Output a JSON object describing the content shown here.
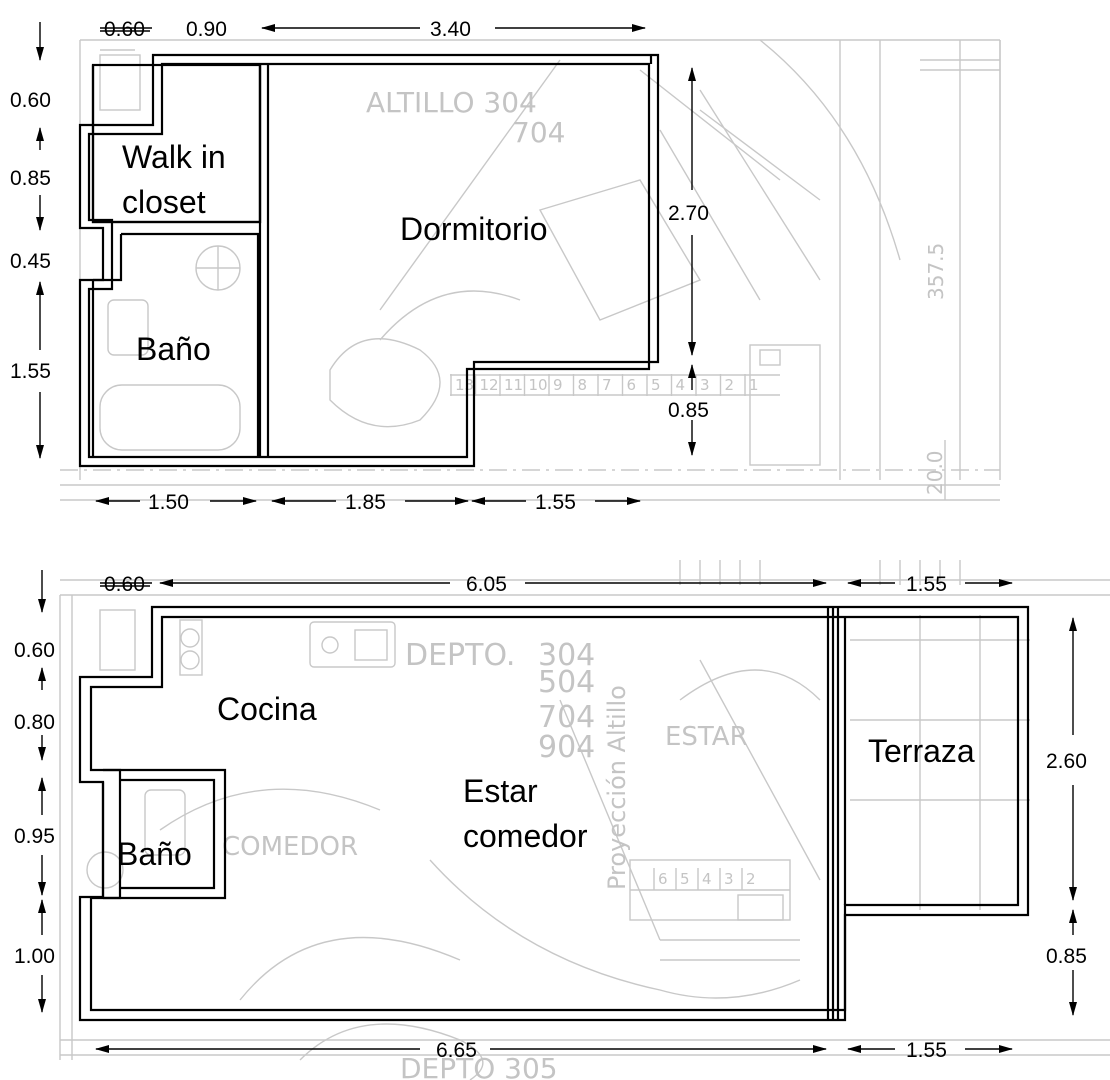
{
  "upper_plan": {
    "rooms": {
      "walk_in_line1": "Walk in",
      "walk_in_line2": "closet",
      "dormitorio": "Dormitorio",
      "bano": "Baño"
    },
    "dims": {
      "top_060": "0.60",
      "top_090": "0.90",
      "top_340": "3.40",
      "left_060": "0.60",
      "left_085": "0.85",
      "left_045": "0.45",
      "left_155": "1.55",
      "right_270": "2.70",
      "right_085": "0.85",
      "bottom_150": "1.50",
      "bottom_185": "1.85",
      "bottom_155": "1.55"
    },
    "background_text": {
      "altillo": "ALTILLO 304",
      "num_704": "704",
      "dim_3575": "357.5",
      "dim_200": "20.0",
      "stairs": [
        "13",
        "12",
        "11",
        "10",
        "9",
        "8",
        "7",
        "6",
        "5",
        "4",
        "3",
        "2",
        "1"
      ]
    }
  },
  "lower_plan": {
    "rooms": {
      "cocina": "Cocina",
      "estar_line1": "Estar",
      "estar_line2": "comedor",
      "bano": "Baño",
      "terraza": "Terraza"
    },
    "dims": {
      "top_060": "0.60",
      "top_605": "6.05",
      "top_155": "1.55",
      "left_060": "0.60",
      "left_080": "0.80",
      "left_095": "0.95",
      "left_100": "1.00",
      "right_260": "2.60",
      "right_085": "0.85",
      "bottom_665": "6.65",
      "bottom_155": "1.55"
    },
    "background_text": {
      "depto": "DEPTO.",
      "num_304": "304",
      "num_504": "504",
      "num_704": "704",
      "num_904": "904",
      "estar": "ESTAR",
      "comedor": "COMEDOR",
      "proyeccion": "Proyección Altillo",
      "depto_305": "DEPTO 305",
      "stairs": [
        "6",
        "5",
        "4",
        "3",
        "2"
      ]
    }
  }
}
